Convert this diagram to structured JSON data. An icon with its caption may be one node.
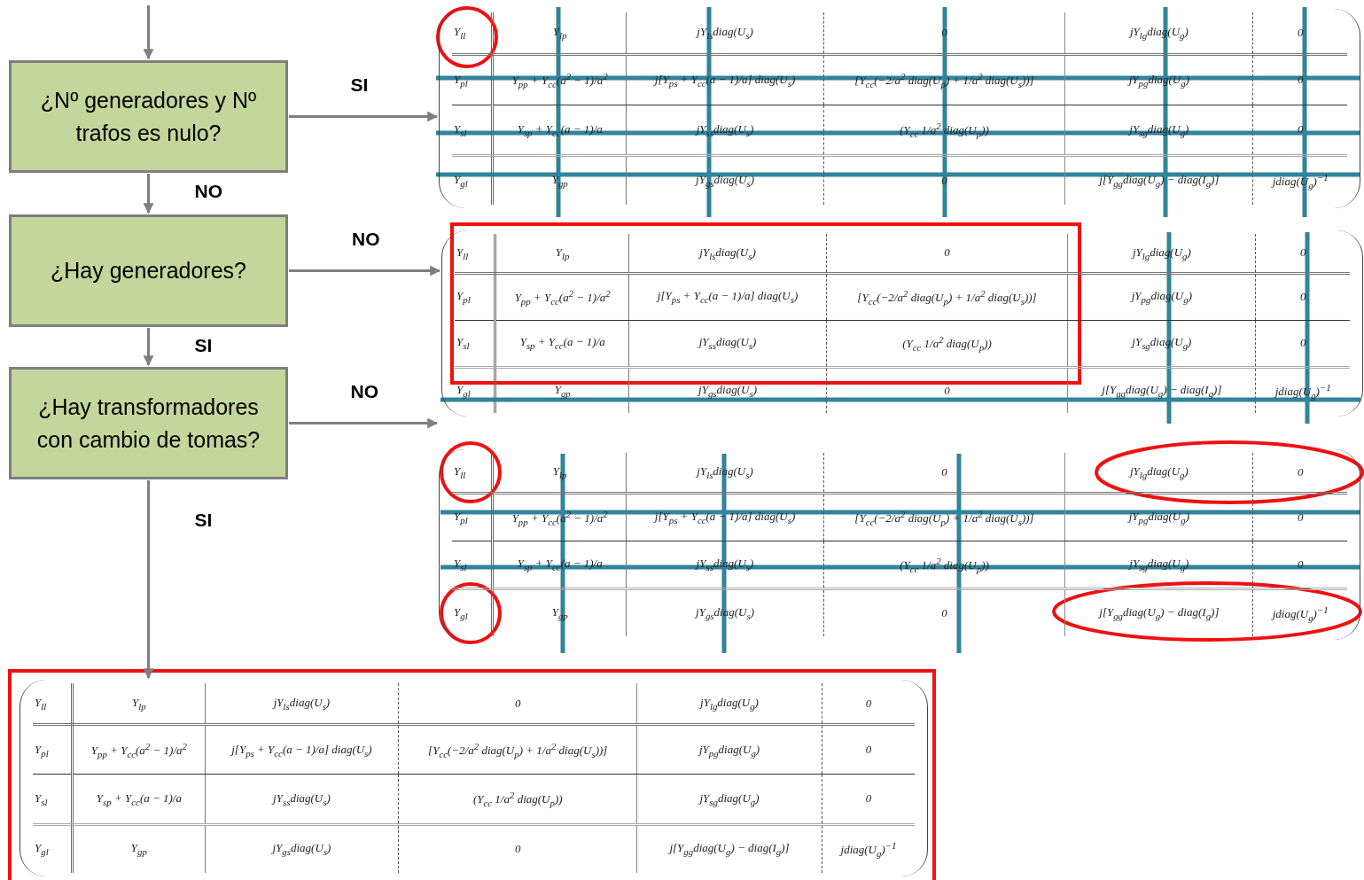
{
  "diagram": {
    "nodes": [
      {
        "text": [
          "¿Nº generadores y Nº trafos es nulo?"
        ]
      },
      {
        "text": [
          "¿Hay generadores?"
        ]
      },
      {
        "text": [
          "¿Hay transformadores con cambio de tomas?"
        ]
      },
      {
        "text": [
          "Y$_{ll}$",
          "Y$_{lp}$",
          "jY$_{ls}$diag(U$_{s}$)",
          "0",
          "jY$_{lg}$diag(U$_{g}$)",
          "0",
          "Y$_{pl}$",
          "Y$_{pp}$ + Y$_{cc}$(a$^{2}$ − 1)/a$^{2}$",
          "j[Y$_{ps}$ + Y$_{cc}$(a − 1)/a] diag(U$_{s}$)",
          "[Y$_{cc}$(−2/a$^{2}$ diag(U$_{p}$) + 1/a$^{2}$ diag(U$_{s}$))]",
          "jY$_{pg}$diag(U$_{g}$)",
          "0",
          "Y$_{sl}$",
          "Y$_{sp}$ + Y$_{cc}$(a − 1)/a",
          "jY$_{ss}$diag(U$_{s}$)",
          "(Y$_{cc}$ 1/a$^{2}$ diag(U$_{p}$))",
          "jY$_{sg}$diag(U$_{g}$)",
          "0",
          "Y$_{gl}$",
          "Y$_{gp}$",
          "jY$_{gs}$diag(U$_{s}$)",
          "0",
          "j[Y$_{gg}$diag(U$_{g}$) − diag(I$_{g}$)]",
          "jdiag(U$_{g}$)$^{−1}$"
        ]
      },
      {
        "text": [
          "Y$_{ll}$",
          "Y$_{lp}$",
          "jY$_{ls}$diag(U$_{s}$)",
          "0",
          "jY$_{lg}$diag(U$_{g}$)",
          "0",
          "Y$_{pl}$",
          "Y$_{pp}$ + Y$_{cc}$(a$^{2}$ − 1)/a$^{2}$",
          "j[Y$_{ps}$ + Y$_{cc}$(a − 1)/a] diag(U$_{s}$)",
          "[Y$_{cc}$(−2/a$^{2}$ diag(U$_{p}$) + 1/a$^{2}$ diag(U$_{s}$))]",
          "jY$_{pg}$diag(U$_{g}$)",
          "0",
          "Y$_{sl}$",
          "Y$_{sp}$ + Y$_{cc}$(a − 1)/a",
          "jY$_{ss}$diag(U$_{s}$)",
          "(Y$_{cc}$ 1/a$^{2}$ diag(U$_{p}$))",
          "jY$_{sg}$diag(U$_{g}$)",
          "0",
          "Y$_{gl}$",
          "Y$_{gp}$",
          "jY$_{gs}$diag(U$_{s}$)",
          "0",
          "j[Y$_{gg}$diag(U$_{g}$) − diag(I$_{g}$)]",
          "jdiag(U$_{g}$)$^{−1}$"
        ]
      },
      {
        "text": [
          "Y$_{ll}$",
          "Y$_{lp}$",
          "jY$_{ls}$diag(U$_{s}$)",
          "0",
          "jY$_{lg}$diag(U$_{g}$)",
          "0",
          "Y$_{pl}$",
          "Y$_{pp}$ + Y$_{cc}$(a$^{2}$ − 1)/a$^{2}$",
          "j[Y$_{ps}$ + Y$_{cc}$(a − 1)/a] diag(U$_{s}$)",
          "[Y$_{cc}$(−2/a$^{2}$ diag(U$_{p}$) + 1/a$^{2}$ diag(U$_{s}$))]",
          "jY$_{pg}$diag(U$_{g}$)",
          "0",
          "Y$_{sl}$",
          "Y$_{sp}$ + Y$_{cc}$(a − 1)/a",
          "jY$_{ss}$diag(U$_{s}$)",
          "(Y$_{cc}$ 1/a$^{2}$ diag(U$_{p}$))",
          "jY$_{sg}$diag(U$_{g}$)",
          "0",
          "Y$_{gl}$",
          "Y$_{gp}$",
          "jY$_{gs}$diag(U$_{s}$)",
          "0",
          "j[Y$_{gg}$diag(U$_{g}$) − diag(I$_{g}$)]",
          "jdiag(U$_{g}$)$^{−1}$"
        ]
      },
      {
        "text": [
          "Y$_{ll}$",
          "Y$_{lp}$",
          "jY$_{ls}$diag(U$_{s}$)",
          "0",
          "jY$_{lg}$diag(U$_{g}$)",
          "0",
          "Y$_{pl}$",
          "Y$_{pp}$ + Y$_{cc}$(a$^{2}$ − 1)/a$^{2}$",
          "j[Y$_{ps}$ + Y$_{cc}$(a − 1)/a] diag(U$_{s}$)",
          "[Y$_{cc}$(−2/a$^{2}$ diag(U$_{p}$) + 1/a$^{2}$ diag(U$_{s}$))]",
          "jY$_{pg}$diag(U$_{g}$)",
          "0",
          "Y$_{sl}$",
          "Y$_{sp}$ + Y$_{cc}$(a − 1)/a",
          "jY$_{ss}$diag(U$_{s}$)",
          "(Y$_{cc}$ 1/a$^{2}$ diag(U$_{p}$))",
          "jY$_{sg}$diag(U$_{g}$)",
          "0",
          "Y$_{gl}$",
          "Y$_{gp}$",
          "jY$_{gs}$diag(U$_{s}$)",
          "0",
          "j[Y$_{gg}$diag(U$_{g}$) − diag(I$_{g}$)]",
          "jdiag(U$_{g}$)$^{−1}$"
        ]
      }
    ],
    "edges": [
      {
        "from": null,
        "to": 0,
        "arrow": "to"
      },
      {
        "from": 0,
        "to": 3,
        "arrow": "to",
        "label": "SI"
      },
      {
        "from": 0,
        "to": 1,
        "arrow": "to",
        "label": "NO"
      },
      {
        "from": 1,
        "to": 4,
        "arrow": "to",
        "label": "NO"
      },
      {
        "from": 1,
        "to": 2,
        "arrow": "to",
        "label": "SI"
      },
      {
        "from": 2,
        "to": 5,
        "arrow": "to",
        "label": "NO"
      },
      {
        "from": 2,
        "to": 6,
        "arrow": "to",
        "label": "SI"
      }
    ]
  }
}
